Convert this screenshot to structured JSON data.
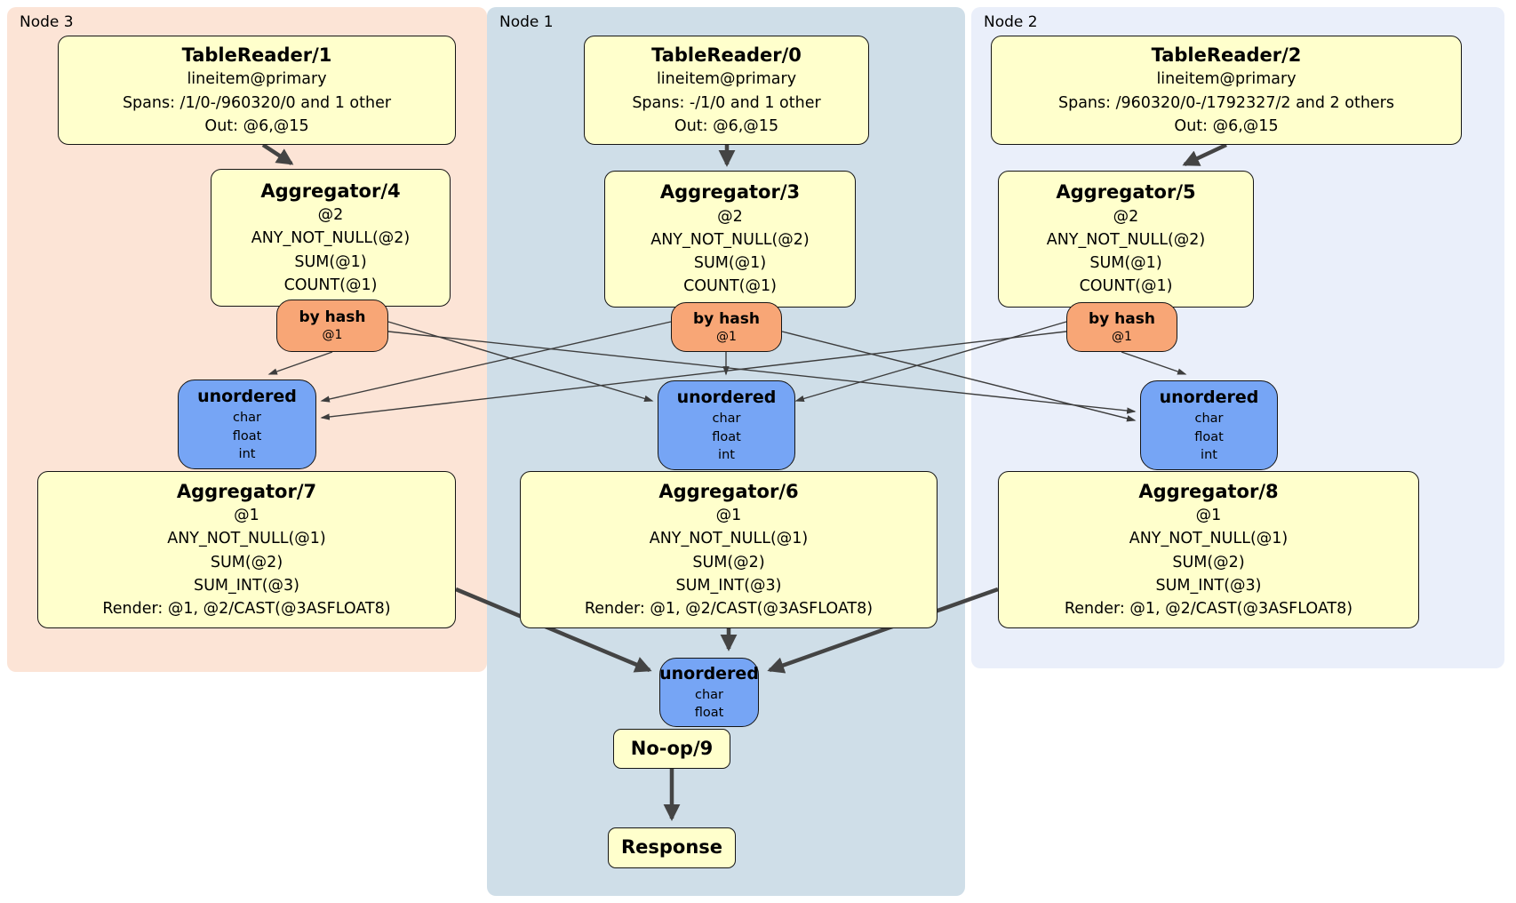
{
  "colors": {
    "node3_bg": "#fce4d6",
    "node1_bg": "#cfdee8",
    "node2_bg": "#eaeffa",
    "op_box_bg": "#ffffcc",
    "router_bg": "#f8a676",
    "sync_bg": "#76a5f5",
    "edge_color": "#444444"
  },
  "nodes": {
    "node3": {
      "label": "Node 3",
      "table_reader": {
        "title": "TableReader/1",
        "lines": [
          "lineitem@primary",
          "Spans: /1/0-/960320/0 and 1 other",
          "Out: @6,@15"
        ]
      },
      "aggregator_top": {
        "title": "Aggregator/4",
        "lines": [
          "@2",
          "ANY_NOT_NULL(@2)",
          "SUM(@1)",
          "COUNT(@1)"
        ]
      },
      "router": {
        "title": "by hash",
        "detail": "@1"
      },
      "sync": {
        "title": "unordered",
        "lines": [
          "char",
          "float",
          "int"
        ]
      },
      "aggregator_bottom": {
        "title": "Aggregator/7",
        "lines": [
          "@1",
          "ANY_NOT_NULL(@1)",
          "SUM(@2)",
          "SUM_INT(@3)",
          "Render: @1, @2/CAST(@3ASFLOAT8)"
        ]
      }
    },
    "node1": {
      "label": "Node 1",
      "table_reader": {
        "title": "TableReader/0",
        "lines": [
          "lineitem@primary",
          "Spans: -/1/0 and 1 other",
          "Out: @6,@15"
        ]
      },
      "aggregator_top": {
        "title": "Aggregator/3",
        "lines": [
          "@2",
          "ANY_NOT_NULL(@2)",
          "SUM(@1)",
          "COUNT(@1)"
        ]
      },
      "router": {
        "title": "by hash",
        "detail": "@1"
      },
      "sync": {
        "title": "unordered",
        "lines": [
          "char",
          "float",
          "int"
        ]
      },
      "aggregator_bottom": {
        "title": "Aggregator/6",
        "lines": [
          "@1",
          "ANY_NOT_NULL(@1)",
          "SUM(@2)",
          "SUM_INT(@3)",
          "Render: @1, @2/CAST(@3ASFLOAT8)"
        ]
      },
      "final_sync": {
        "title": "unordered",
        "lines": [
          "char",
          "float"
        ]
      },
      "noop": {
        "title": "No-op/9"
      },
      "response": {
        "title": "Response"
      }
    },
    "node2": {
      "label": "Node 2",
      "table_reader": {
        "title": "TableReader/2",
        "lines": [
          "lineitem@primary",
          "Spans: /960320/0-/1792327/2 and 2 others",
          "Out: @6,@15"
        ]
      },
      "aggregator_top": {
        "title": "Aggregator/5",
        "lines": [
          "@2",
          "ANY_NOT_NULL(@2)",
          "SUM(@1)",
          "COUNT(@1)"
        ]
      },
      "router": {
        "title": "by hash",
        "detail": "@1"
      },
      "sync": {
        "title": "unordered",
        "lines": [
          "char",
          "float",
          "int"
        ]
      },
      "aggregator_bottom": {
        "title": "Aggregator/8",
        "lines": [
          "@1",
          "ANY_NOT_NULL(@1)",
          "SUM(@2)",
          "SUM_INT(@3)",
          "Render: @1, @2/CAST(@3ASFLOAT8)"
        ]
      }
    }
  },
  "edges": [
    {
      "from": "TableReader/1",
      "to": "Aggregator/4"
    },
    {
      "from": "TableReader/0",
      "to": "Aggregator/3"
    },
    {
      "from": "TableReader/2",
      "to": "Aggregator/5"
    },
    {
      "from": "Aggregator/4 by hash",
      "to": "unordered Node 3"
    },
    {
      "from": "Aggregator/4 by hash",
      "to": "unordered Node 1"
    },
    {
      "from": "Aggregator/4 by hash",
      "to": "unordered Node 2"
    },
    {
      "from": "Aggregator/3 by hash",
      "to": "unordered Node 3"
    },
    {
      "from": "Aggregator/3 by hash",
      "to": "unordered Node 1"
    },
    {
      "from": "Aggregator/3 by hash",
      "to": "unordered Node 2"
    },
    {
      "from": "Aggregator/5 by hash",
      "to": "unordered Node 3"
    },
    {
      "from": "Aggregator/5 by hash",
      "to": "unordered Node 1"
    },
    {
      "from": "Aggregator/5 by hash",
      "to": "unordered Node 2"
    },
    {
      "from": "Aggregator/7",
      "to": "unordered final"
    },
    {
      "from": "Aggregator/6",
      "to": "unordered final"
    },
    {
      "from": "Aggregator/8",
      "to": "unordered final"
    },
    {
      "from": "No-op/9",
      "to": "Response"
    }
  ]
}
